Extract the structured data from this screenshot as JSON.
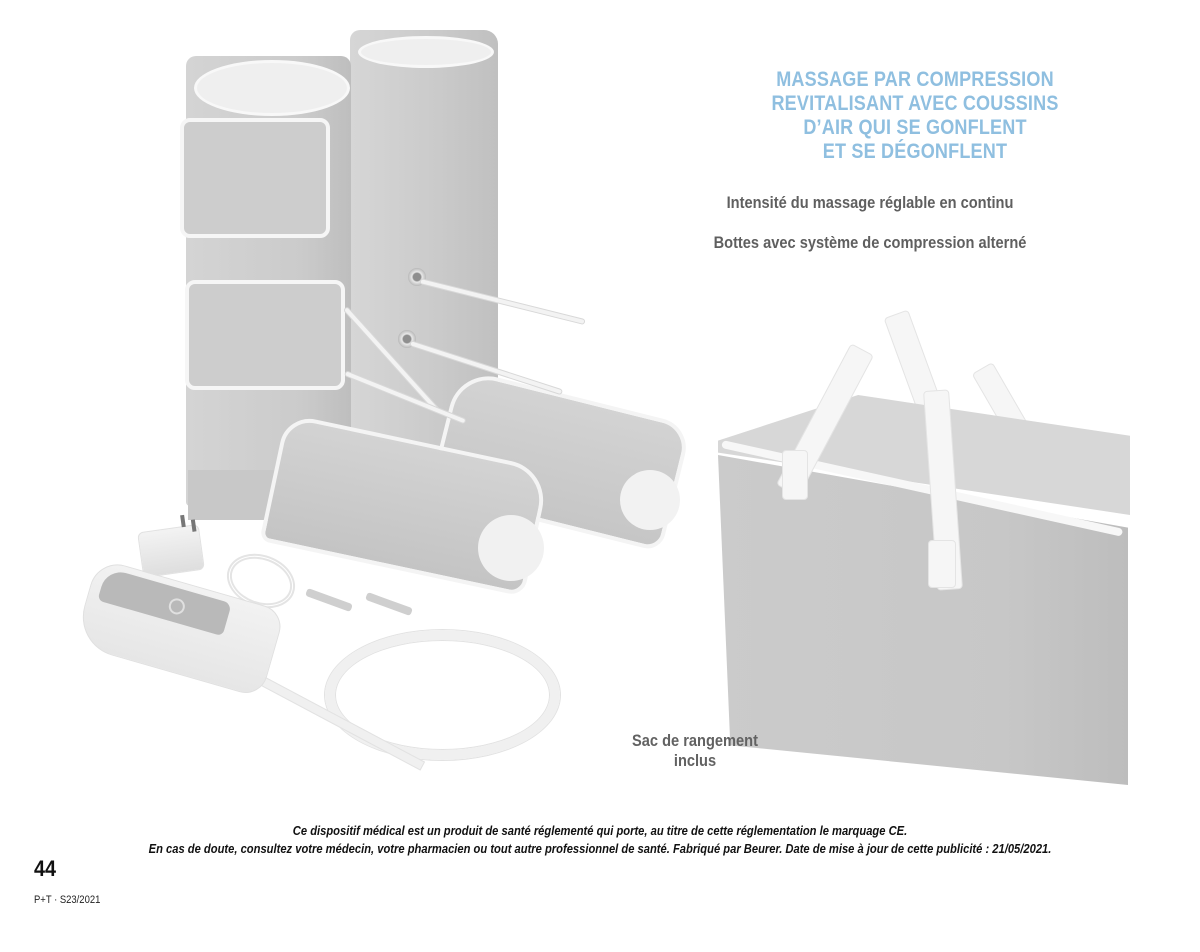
{
  "headline": {
    "lines": [
      "MASSAGE PAR COMPRESSION",
      "REVITALISANT AVEC COUSSINS",
      "D’AIR QUI SE GONFLENT",
      "ET SE DÉGONFLENT"
    ],
    "color": "#8fbfe0"
  },
  "features": [
    "Intensité du massage réglable en continu",
    "Bottes avec système de compression alterné"
  ],
  "bag_caption": {
    "lines": [
      "Sac de rangement",
      "inclus"
    ]
  },
  "legal": {
    "lines": [
      "Ce dispositif médical est un produit de santé réglementé qui porte, au titre de cette réglementation le marquage CE.",
      "En cas de doute, consultez votre médecin, votre pharmacien ou tout autre professionnel de santé. Fabriqué par Beurer. Date de mise à jour de cette publicité :  21/05/2021."
    ]
  },
  "footer": {
    "page_number": "44",
    "edition": "P+T · S23/2021"
  },
  "illustrations": {
    "boots": "compression-boots-image",
    "accessories": "remote-adapter-tubes-image",
    "bag": "storage-bag-image"
  }
}
